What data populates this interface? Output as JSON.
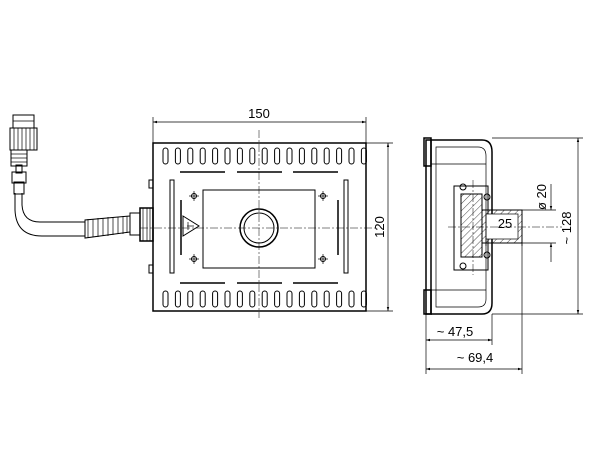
{
  "dimensions": {
    "width": "150",
    "height": "120",
    "side_height": "~ 128",
    "depth_inner": "~ 47,5",
    "depth_total": "~ 69,4",
    "shaft_diameter": "ø 20",
    "shaft_length": "25"
  },
  "icons": {
    "warning": "hazard-triangle-icon",
    "connector": "cable-connector-icon"
  }
}
